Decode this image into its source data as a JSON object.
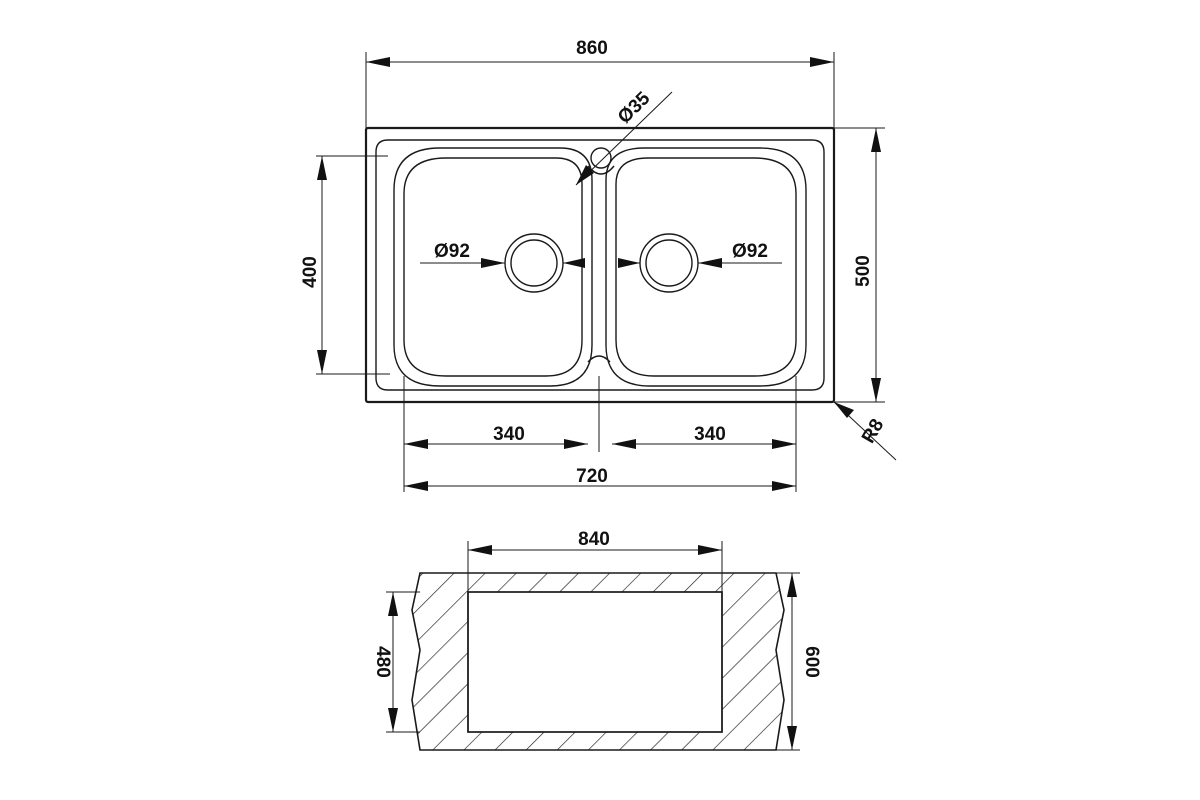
{
  "top_view": {
    "overall_width": "860",
    "overall_depth": "500",
    "inner_depth": "400",
    "bowl_left_width": "340",
    "bowl_right_width": "340",
    "bowls_total_width": "720",
    "tap_hole": "Ø35",
    "drain_left": "Ø92",
    "drain_right": "Ø92",
    "corner_radius": "R8"
  },
  "cutout_view": {
    "cutout_width": "840",
    "cutout_depth": "480",
    "cabinet_depth": "600"
  },
  "colors": {
    "line": "#1a1a1a",
    "background": "#ffffff"
  }
}
